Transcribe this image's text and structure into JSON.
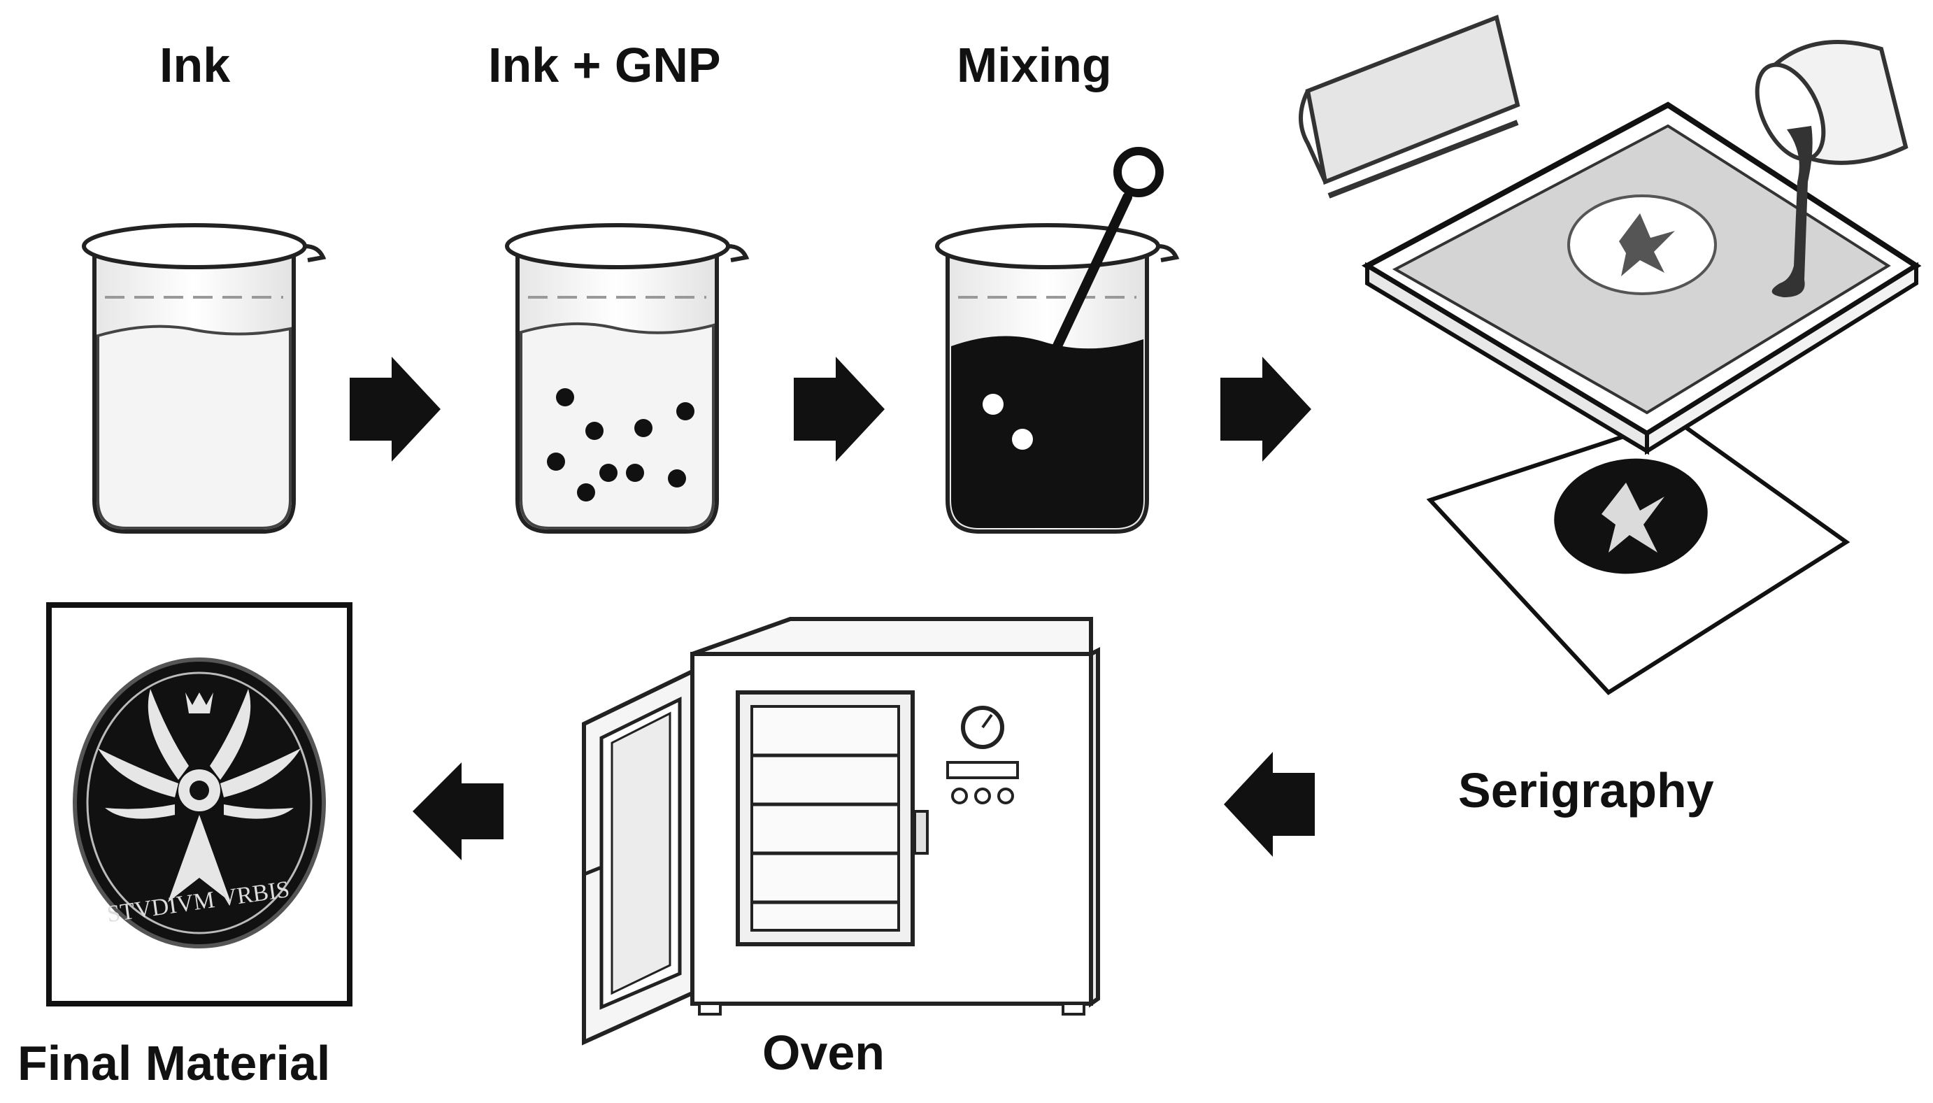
{
  "steps": {
    "ink": {
      "label": "Ink"
    },
    "ink_gnp": {
      "label": "Ink + GNP"
    },
    "mixing": {
      "label": "Mixing"
    },
    "serigraphy": {
      "label": "Serigraphy"
    },
    "oven": {
      "label": "Oven"
    },
    "final_material": {
      "label": "Final Material"
    }
  },
  "seal": {
    "motto": "STVDIVM VRBIS"
  },
  "colors": {
    "ink_dark": "#111111",
    "outline": "#222222",
    "liquid_light": "#f2f2f2",
    "screen_fill": "#d4d4d4"
  }
}
